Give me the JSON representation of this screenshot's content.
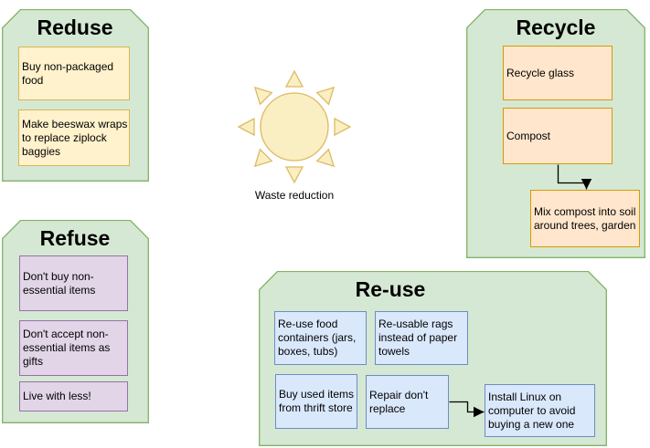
{
  "diagram": {
    "groups": {
      "reduse": {
        "title": "Reduse",
        "notes": [
          "Buy non-packaged\nfood",
          "Make beeswax wraps\nto replace ziplock\nbaggies"
        ]
      },
      "recycle": {
        "title": "Recycle",
        "notes": [
          "Recycle glass",
          "Compost",
          "Mix compost into soil\naround trees, garden"
        ]
      },
      "refuse": {
        "title": "Refuse",
        "notes": [
          "Don't buy non-\nessential items",
          "Don't accept non-\nessential items as\ngifts",
          "Live with less!"
        ]
      },
      "reuse": {
        "title": "Re-use",
        "notes": [
          "Re-use food\ncontainers (jars,\nboxes, tubs)",
          "Re-usable rags\ninstead of paper\ntowels",
          "Buy used items\nfrom thrift store",
          "Repair don't\nreplace",
          "Install Linux on\ncomputer to avoid\nbuying a new one"
        ]
      }
    },
    "center": {
      "icon": "sun-icon",
      "label": "Waste reduction"
    },
    "connectors": [
      {
        "from": "Compost",
        "to": "Mix compost into soil around trees, garden",
        "style": "elbow-arrow"
      },
      {
        "from": "Repair don't replace",
        "to": "Install Linux on computer to avoid buying a new one",
        "style": "elbow-arrow"
      }
    ],
    "palette": {
      "group_fill": "#d5e8d4",
      "group_stroke": "#82b366",
      "yellow_fill": "#fff2cc",
      "yellow_stroke": "#d6b656",
      "orange_fill": "#ffe6cc",
      "orange_stroke": "#d79b00",
      "purple_fill": "#e1d5e7",
      "purple_stroke": "#9673a6",
      "blue_fill": "#dae8fc",
      "blue_stroke": "#6c8ebf",
      "sun_fill": "#faeec3",
      "sun_stroke": "#deba62",
      "connector": "#000000",
      "background": "#ffffff"
    }
  }
}
